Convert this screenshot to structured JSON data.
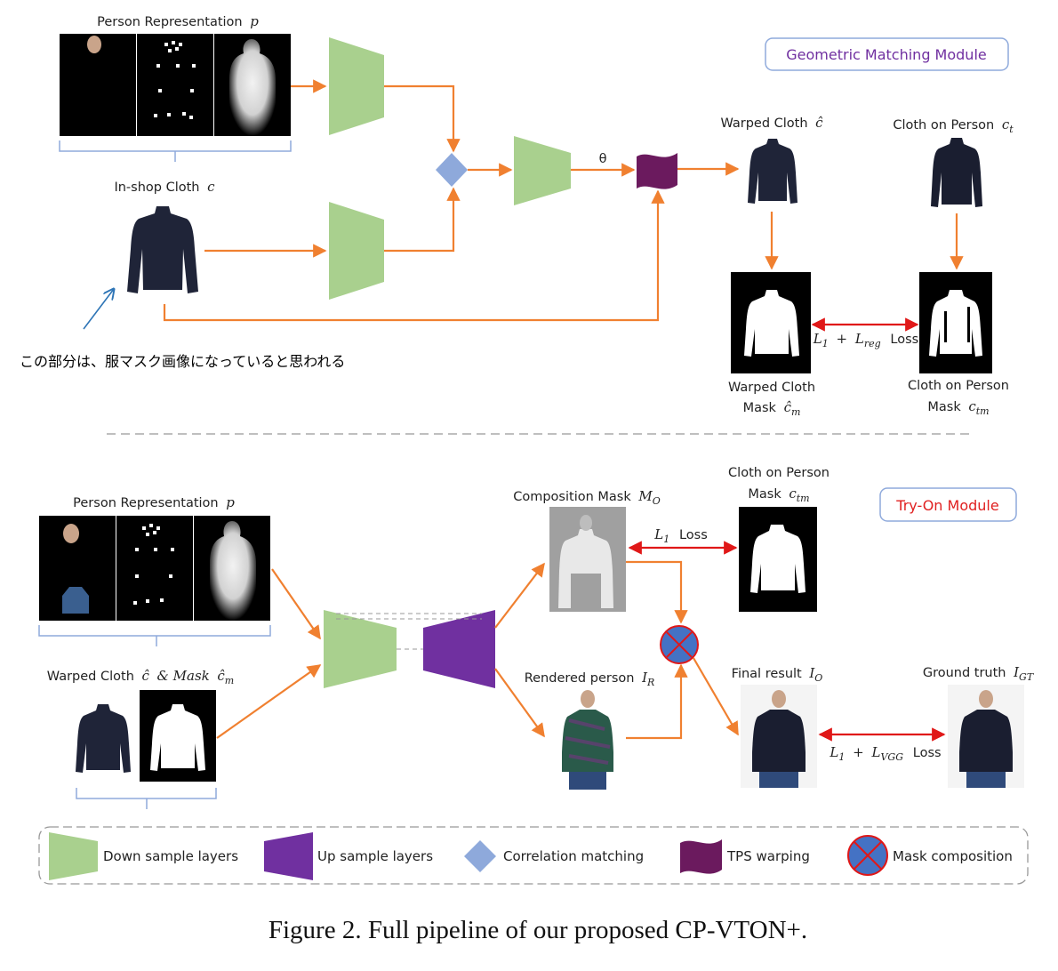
{
  "gmm": {
    "module_title": "Geometric Matching Module",
    "person_rep_label": "Person Representation",
    "person_rep_symbol": "p",
    "inshop_label": "In-shop Cloth",
    "inshop_symbol": "c",
    "theta": "θ",
    "warped_label": "Warped Cloth",
    "warped_symbol": "ĉ",
    "cloth_on_person_label": "Cloth on Person",
    "cloth_on_person_symbol": "c",
    "cloth_on_person_sub": "t",
    "warped_mask_line1": "Warped Cloth",
    "warped_mask_line2": "Mask",
    "warped_mask_symbol": "ĉ",
    "warped_mask_sub": "m",
    "cop_mask_line1": "Cloth on Person",
    "cop_mask_line2": "Mask",
    "cop_mask_symbol": "c",
    "cop_mask_sub": "tm",
    "loss_l": "L",
    "loss_l_sub": "1",
    "loss_plus": "+",
    "loss_lreg": "L",
    "loss_lreg_sub": "reg",
    "loss_word": "Loss",
    "note": "この部分は、服マスク画像になっていると思われる"
  },
  "tom": {
    "module_title": "Try-On Module",
    "person_rep_label": "Person Representation",
    "person_rep_symbol": "p",
    "warped_label": "Warped Cloth",
    "warped_symbol": "ĉ",
    "warped_amp": "& Mask",
    "warped_mask_symbol": "ĉ",
    "warped_mask_sub": "m",
    "comp_mask_label": "Composition Mask",
    "comp_mask_symbol": "M",
    "comp_mask_sub": "O",
    "cop_mask_line1": "Cloth on Person",
    "cop_mask_line2": "Mask",
    "cop_mask_symbol": "c",
    "cop_mask_sub": "tm",
    "l1_l": "L",
    "l1_sub": "1",
    "l1_word": "Loss",
    "rendered_label": "Rendered  person",
    "rendered_symbol": "I",
    "rendered_sub": "R",
    "final_label": "Final result",
    "final_symbol": "I",
    "final_sub": "O",
    "gt_label": "Ground truth",
    "gt_symbol": "I",
    "gt_sub": "GT",
    "loss_l": "L",
    "loss_l_sub": "1",
    "loss_plus": "+",
    "loss_lvgg": "L",
    "loss_lvgg_sub": "VGG",
    "loss_word": "Loss"
  },
  "legend": {
    "down": "Down sample layers",
    "up": "Up sample layers",
    "corr": "Correlation matching",
    "tps": "TPS warping",
    "mask": "Mask composition"
  },
  "colors": {
    "green": "#a9d08e",
    "purple": "#7030a0",
    "diamond": "#8ea9db",
    "tps": "#6b1a5e",
    "mask_blue": "#4472c4",
    "orange": "#f08030",
    "red": "#e01818"
  },
  "caption": "Figure 2. Full pipeline of our proposed CP-VTON+."
}
